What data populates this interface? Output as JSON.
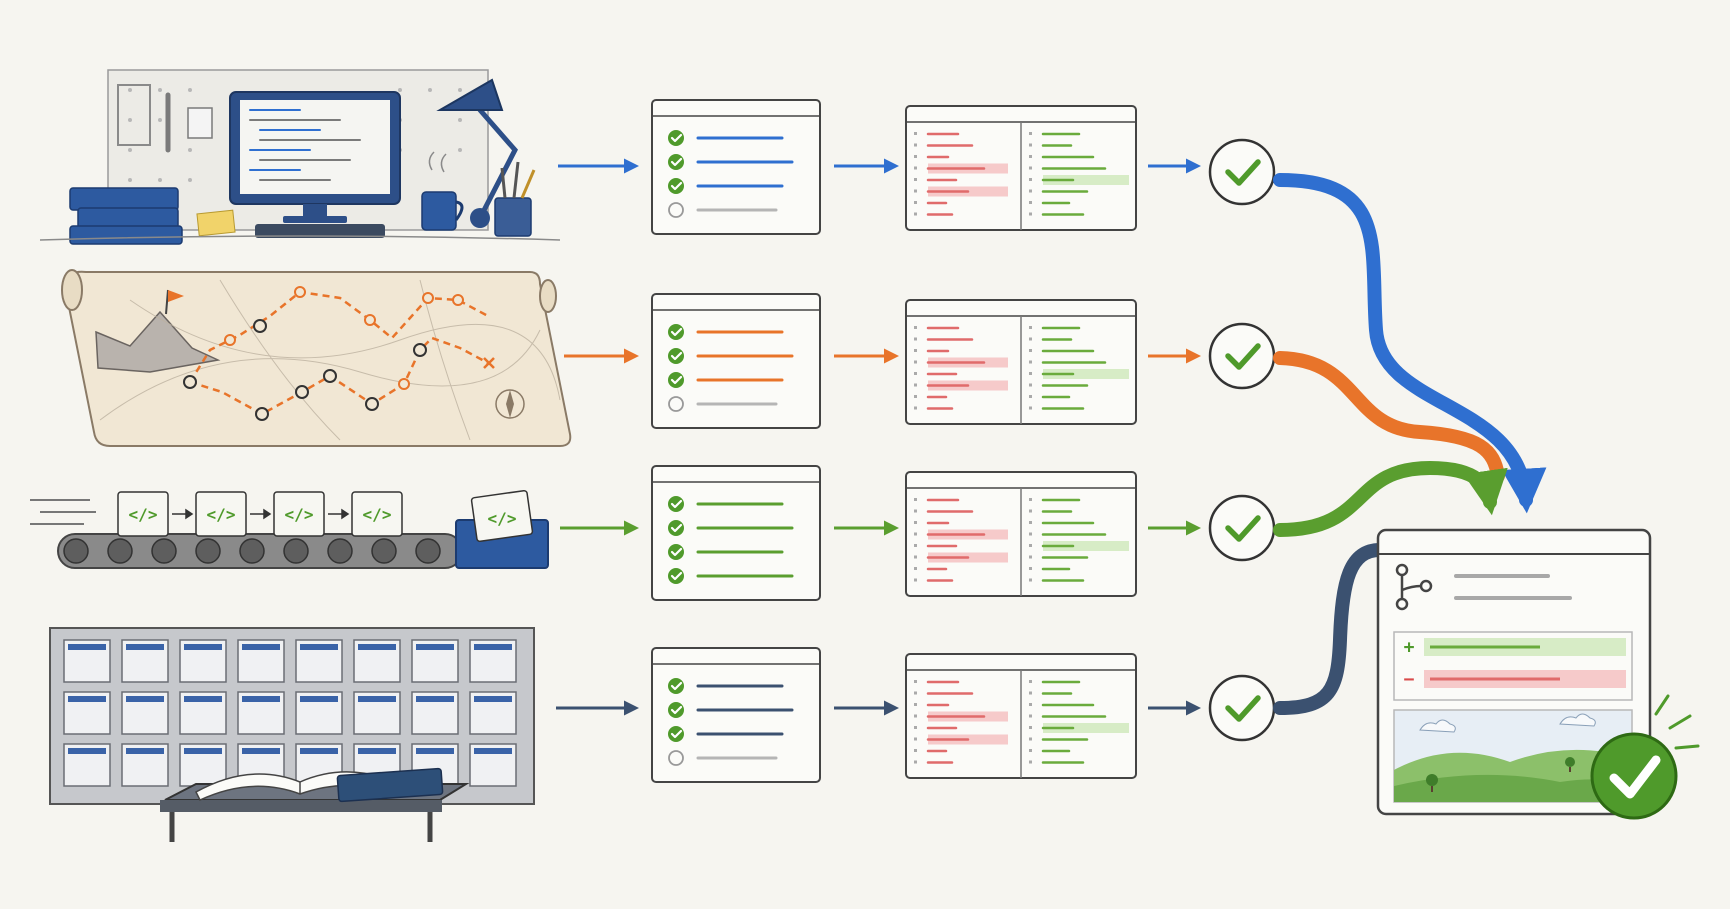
{
  "colors": {
    "background": "#f6f5f0",
    "blue": "#2f6fd0",
    "orange": "#e8742a",
    "green": "#5a9e2f",
    "navy": "#3b5170",
    "check": "#4f9a2b",
    "removed": "#e06b6b",
    "added": "#6aab3c",
    "ink": "#3a3a3a"
  },
  "icons": {
    "code_glyph": "</>",
    "diff_added": "+",
    "diff_removed": "−"
  },
  "lanes": [
    {
      "id": "workspace",
      "color": "blue",
      "illustration": "desk-workstation-icon",
      "checklist_done": 3,
      "checklist_total": 4
    },
    {
      "id": "roadmap",
      "color": "orange",
      "illustration": "route-map-icon",
      "checklist_done": 3,
      "checklist_total": 4
    },
    {
      "id": "pipeline",
      "color": "green",
      "illustration": "conveyor-belt-icon",
      "checklist_done": 4,
      "checklist_total": 4
    },
    {
      "id": "library",
      "color": "navy",
      "illustration": "archive-shelves-icon",
      "checklist_done": 3,
      "checklist_total": 4
    }
  ],
  "result": {
    "merge_icon": "branch-merge-icon",
    "preview_icon": "landscape-preview-icon",
    "badge_icon": "check-badge-icon"
  }
}
